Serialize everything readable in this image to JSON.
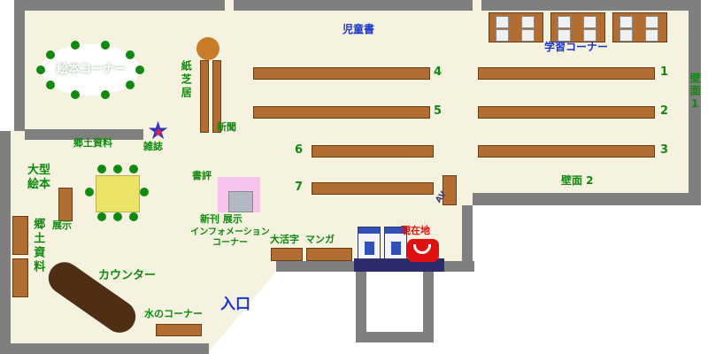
{
  "colors": {
    "floor": "#f5f2df",
    "wall": "#7f7f7f",
    "shelf": "#b26d33",
    "shelf-border": "#6a3c12",
    "green": "#0f8a0f",
    "blue": "#1a35cc",
    "red": "#e01010",
    "pink": "#f6c4ec",
    "yellow": "#ece468",
    "navy": "#2b2b6b",
    "orange": "#c97c28",
    "counter": "#4f2e14",
    "star-blue": "#3333c0",
    "star-red": "#e02050"
  },
  "areas": {
    "children_books": "児童書",
    "study_corner": "学習コーナー",
    "picture_book_corner": "絵本コーナー",
    "kamishibai": "紙芝居",
    "newspaper": "新聞",
    "magazines": "雑誌",
    "local_materials": "郷土資料",
    "large_picture_books": "大型絵本",
    "display": "展示",
    "local_materials_side": "郷土資料",
    "book_review": "書評",
    "new_arrivals_display": "新刊 展示",
    "information_line1": "インフォメーション",
    "information_line2": "コーナー",
    "large_print": "大活字",
    "manga": "マンガ",
    "current_location": "現在地",
    "av": "AV",
    "counter": "カウンター",
    "water_corner": "水のコーナー",
    "entrance": "入口",
    "wall_1": "壁面1",
    "wall_2": "壁面 2"
  },
  "shelf_numbers": {
    "n1": "1",
    "n2": "2",
    "n3": "3",
    "n4": "4",
    "n5": "5",
    "n6": "6",
    "n7": "7"
  },
  "icons": {
    "magazine_star_outer": "★",
    "magazine_star_inner": "★"
  }
}
